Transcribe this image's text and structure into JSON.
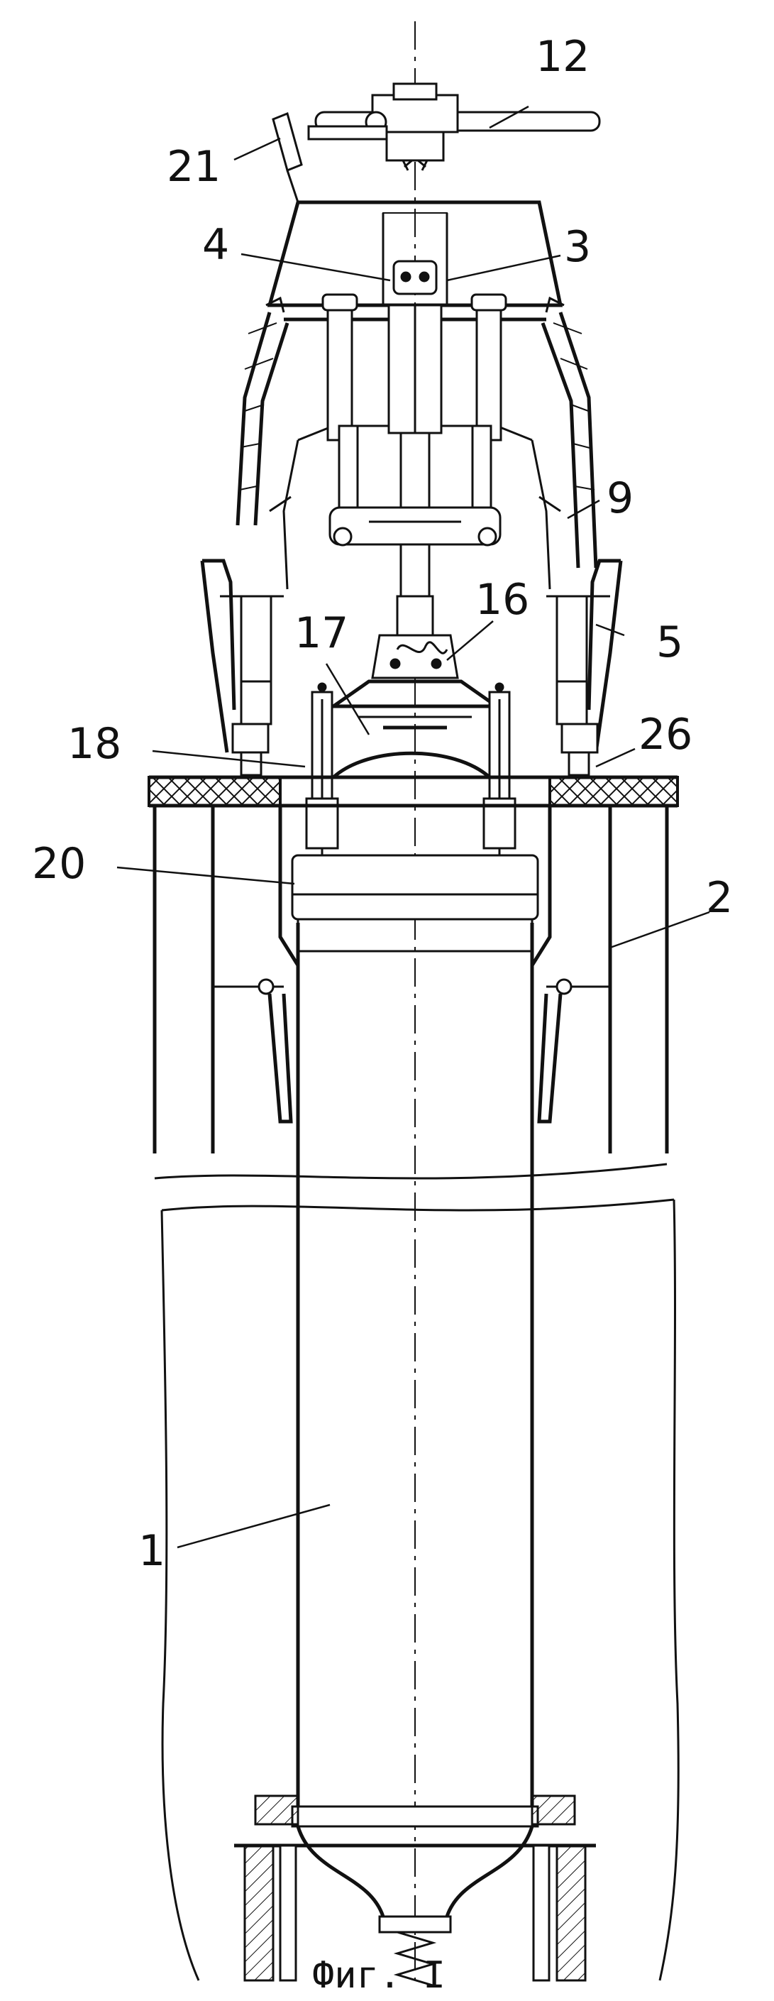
{
  "caption": "Фиг. I",
  "labels": {
    "l12": "12",
    "l21": "21",
    "l4": "4",
    "l3": "3",
    "l9": "9",
    "l16": "16",
    "l17": "17",
    "l5": "5",
    "l18": "18",
    "l26": "26",
    "l20": "20",
    "l2": "2",
    "l1": "1"
  }
}
